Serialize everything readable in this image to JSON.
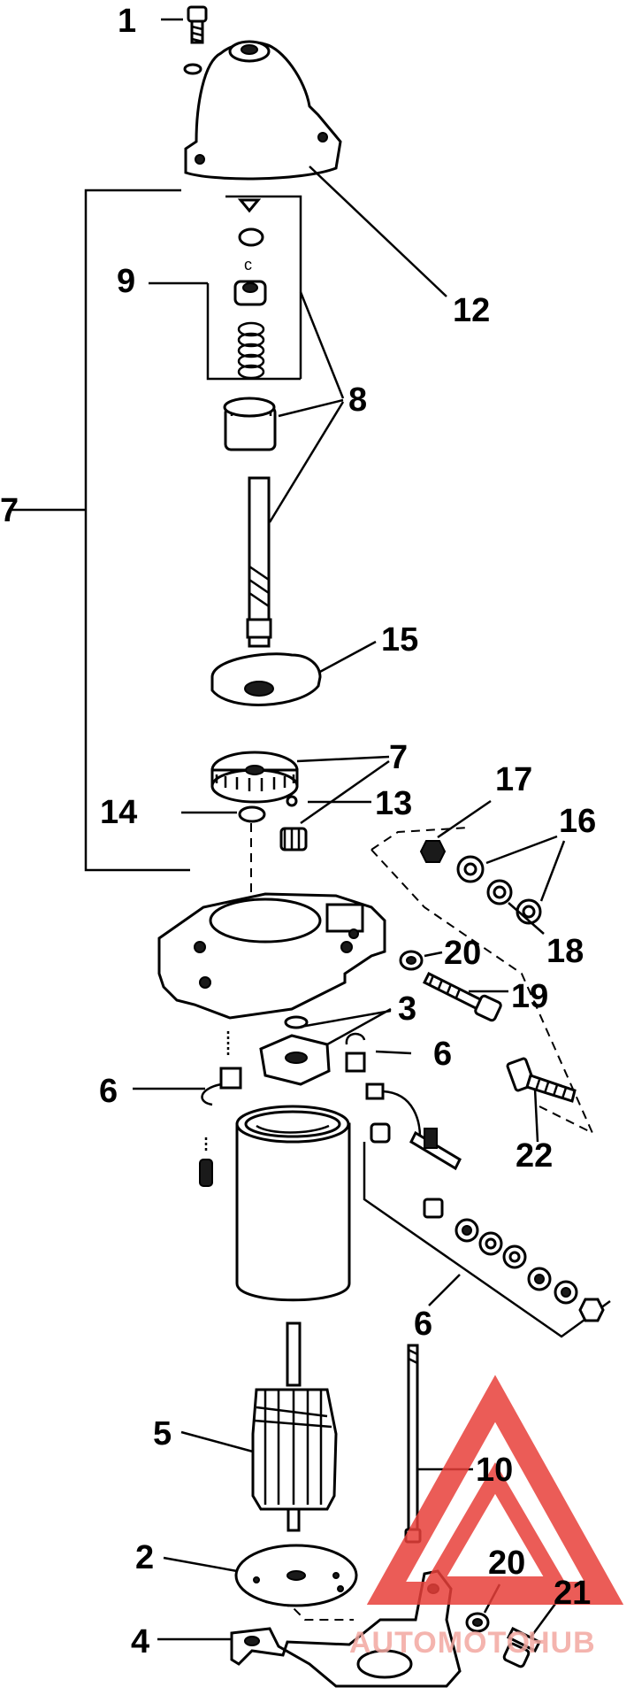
{
  "callouts": {
    "c1": "1",
    "c2": "2",
    "c3": "3",
    "c4": "4",
    "c5": "5",
    "c6a": "6",
    "c6b": "6",
    "c6c": "6",
    "c7a": "7",
    "c7b": "7",
    "c8": "8",
    "c9": "9",
    "c10": "10",
    "c12": "12",
    "c13": "13",
    "c14": "14",
    "c15": "15",
    "c16": "16",
    "c17": "17",
    "c18": "18",
    "c19": "19",
    "c20a": "20",
    "c20b": "20",
    "c21": "21",
    "c22": "22"
  },
  "watermark": {
    "text_left": "AUTOMOTO",
    "text_right": "HUB",
    "color": "#e8403a",
    "color_light": "#f3a7a0"
  }
}
